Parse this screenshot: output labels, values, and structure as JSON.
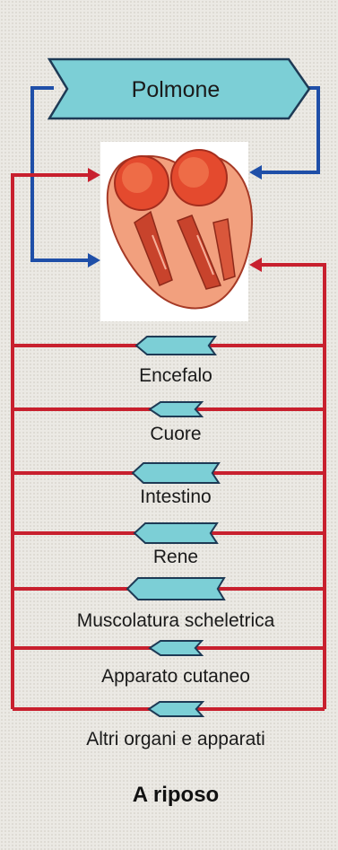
{
  "colors": {
    "arterial": "#c8202e",
    "venous": "#1f4fa8",
    "organ_fill": "#7ccfd6",
    "organ_stroke": "#1e3a55",
    "heart_light": "#f08a68",
    "heart_dark": "#c8432c"
  },
  "lung": {
    "label": "Polmone"
  },
  "heart": {
    "icon": "heart-icon"
  },
  "organs": [
    {
      "label": "Encefalo"
    },
    {
      "label": "Cuore"
    },
    {
      "label": "Intestino"
    },
    {
      "label": "Rene"
    },
    {
      "label": "Muscolatura scheletrica"
    },
    {
      "label": "Apparato cutaneo"
    },
    {
      "label": "Altri organi e apparati"
    }
  ],
  "footer": {
    "label": "A riposo"
  }
}
